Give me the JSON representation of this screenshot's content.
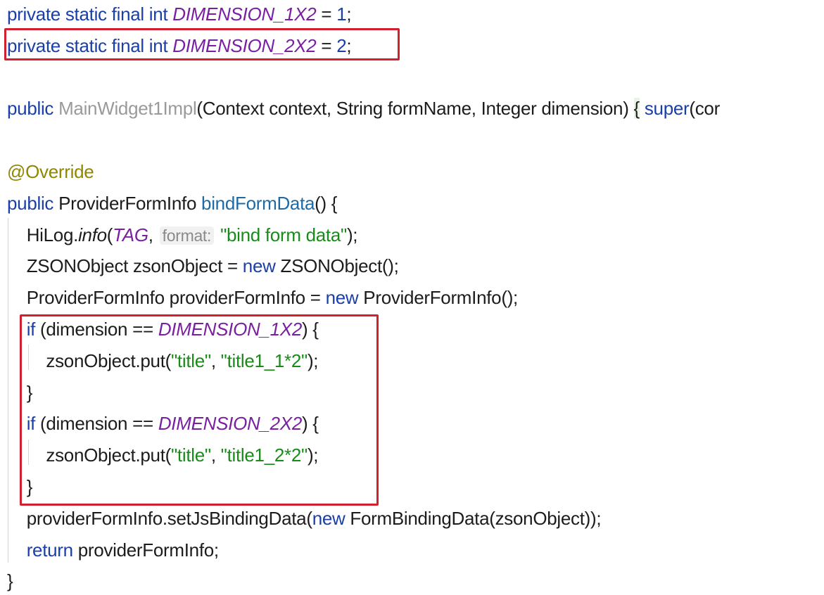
{
  "lines": [
    [
      {
        "t": "private static final int ",
        "c": "kw"
      },
      {
        "t": "DIMENSION_1X2",
        "c": "ct"
      },
      {
        "t": " = ",
        "c": "pl"
      },
      {
        "t": "1",
        "c": "kw"
      },
      {
        "t": ";",
        "c": "pl"
      }
    ],
    [
      {
        "t": "private static final int ",
        "c": "kw"
      },
      {
        "t": "DIMENSION_2X2",
        "c": "ct"
      },
      {
        "t": " = ",
        "c": "pl"
      },
      {
        "t": "2",
        "c": "kw"
      },
      {
        "t": ";",
        "c": "pl"
      }
    ],
    [],
    [
      {
        "t": "public ",
        "c": "kw"
      },
      {
        "t": "MainWidget1Impl",
        "c": "ov"
      },
      {
        "t": "(Context context, String formName, Integer dimension) ",
        "c": "pl"
      },
      {
        "t": "{",
        "c": "bhl"
      },
      {
        "t": " ",
        "c": "pl"
      },
      {
        "t": "super",
        "c": "kw"
      },
      {
        "t": "(cor",
        "c": "pl"
      }
    ],
    [],
    [
      {
        "t": "@Override",
        "c": "ann"
      }
    ],
    [
      {
        "t": "public ",
        "c": "kw"
      },
      {
        "t": "ProviderFormInfo ",
        "c": "pl"
      },
      {
        "t": "bindFormData",
        "c": "fn"
      },
      {
        "t": "() {",
        "c": "pl"
      }
    ],
    [
      {
        "t": "    HiLog.",
        "c": "pl"
      },
      {
        "t": "info",
        "c": "it"
      },
      {
        "t": "(",
        "c": "pl"
      },
      {
        "t": "TAG",
        "c": "ct"
      },
      {
        "t": ", ",
        "c": "pl"
      },
      {
        "t": "format:",
        "c": "hint"
      },
      {
        "t": " ",
        "c": "pl"
      },
      {
        "t": "\"bind form data\"",
        "c": "str"
      },
      {
        "t": ");",
        "c": "pl"
      }
    ],
    [
      {
        "t": "    ZSONObject zsonObject = ",
        "c": "pl"
      },
      {
        "t": "new ",
        "c": "kw"
      },
      {
        "t": "ZSONObject();",
        "c": "pl"
      }
    ],
    [
      {
        "t": "    ProviderFormInfo providerFormInfo = ",
        "c": "pl"
      },
      {
        "t": "new ",
        "c": "kw"
      },
      {
        "t": "ProviderFormInfo();",
        "c": "pl"
      }
    ],
    [
      {
        "t": "    ",
        "c": "pl"
      },
      {
        "t": "if ",
        "c": "kw"
      },
      {
        "t": "(dimension == ",
        "c": "pl"
      },
      {
        "t": "DIMENSION_1X2",
        "c": "ct"
      },
      {
        "t": ") {",
        "c": "pl"
      }
    ],
    [
      {
        "t": "        zsonObject.put(",
        "c": "pl"
      },
      {
        "t": "\"title\"",
        "c": "str"
      },
      {
        "t": ", ",
        "c": "pl"
      },
      {
        "t": "\"title1_1*2\"",
        "c": "str"
      },
      {
        "t": ");",
        "c": "pl"
      }
    ],
    [
      {
        "t": "    }",
        "c": "pl"
      }
    ],
    [
      {
        "t": "    ",
        "c": "pl"
      },
      {
        "t": "if ",
        "c": "kw"
      },
      {
        "t": "(dimension == ",
        "c": "pl"
      },
      {
        "t": "DIMENSION_2X2",
        "c": "ct"
      },
      {
        "t": ") {",
        "c": "pl"
      }
    ],
    [
      {
        "t": "        zsonObject.put(",
        "c": "pl"
      },
      {
        "t": "\"title\"",
        "c": "str"
      },
      {
        "t": ", ",
        "c": "pl"
      },
      {
        "t": "\"title1_2*2\"",
        "c": "str"
      },
      {
        "t": ");",
        "c": "pl"
      }
    ],
    [
      {
        "t": "    }",
        "c": "pl"
      }
    ],
    [
      {
        "t": "    providerFormInfo.setJsBindingData(",
        "c": "pl"
      },
      {
        "t": "new ",
        "c": "kw"
      },
      {
        "t": "FormBindingData(zsonObject));",
        "c": "pl"
      }
    ],
    [
      {
        "t": "    ",
        "c": "pl"
      },
      {
        "t": "return ",
        "c": "kw"
      },
      {
        "t": "providerFormInfo;",
        "c": "pl"
      }
    ],
    [
      {
        "t": "}",
        "c": "pl"
      }
    ]
  ],
  "highlight_boxes": [
    {
      "label": "constant-2x2-highlight"
    },
    {
      "label": "dimension-if-blocks-highlight"
    }
  ],
  "colors": {
    "keyword": "#1a3fa8",
    "constant": "#7a1fa2",
    "string": "#1a8a1a",
    "annotation": "#8f8700",
    "method": "#1d6aa5",
    "highlight_box": "#d3202f"
  }
}
